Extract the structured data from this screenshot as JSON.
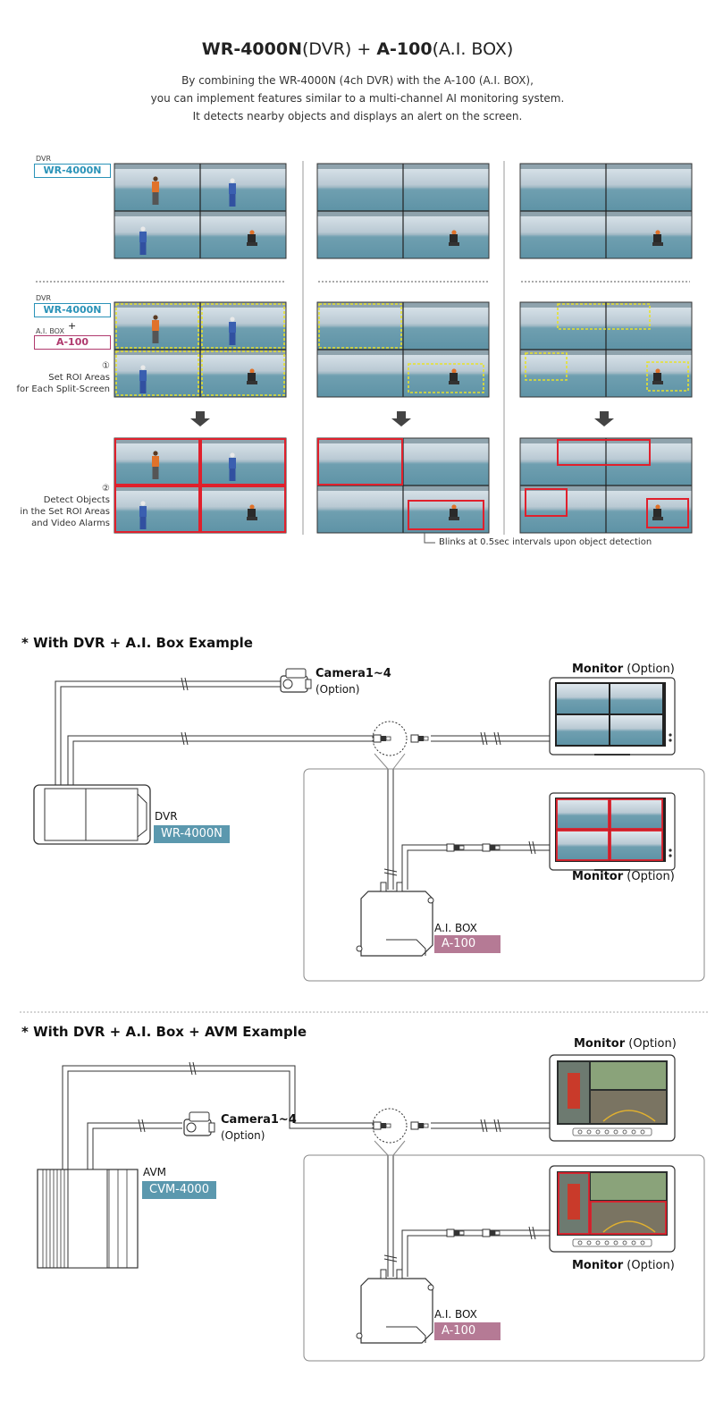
{
  "header": {
    "title_part1": "WR-4000N",
    "title_part2": "(DVR) + ",
    "title_part3": "A-100",
    "title_part4": "(A.I. BOX)",
    "intro_lines": [
      "By combining the WR-4000N (4ch DVR) with the A-100 (A.I. BOX),",
      "you can implement features similar to a multi-channel AI monitoring system.",
      "It detects nearby objects and displays an alert on the screen."
    ]
  },
  "grid_section": {
    "dvr_tag": "DVR",
    "dvr_model": "WR-4000N",
    "ai_tag": "A.I. BOX",
    "plus": "+",
    "ai_model": "A-100",
    "step1_num": "①",
    "step1_lines": [
      "Set ROI Areas",
      "for Each Split-Screen"
    ],
    "step2_num": "②",
    "step2_lines": [
      "Detect Objects",
      "in the Set ROI Areas",
      "and Video Alarms"
    ],
    "blink_note": "Blinks at 0.5sec intervals upon object detection"
  },
  "example1": {
    "heading": "* With DVR + A.I. Box Example",
    "camera_label": "Camera1~4",
    "camera_option": "(Option)",
    "monitor_top_name": "Monitor",
    "monitor_top_option": "(Option)",
    "dvr_tag": "DVR",
    "dvr_model": "WR-4000N",
    "monitor_bottom_name": "Monitor",
    "monitor_bottom_option": "(Option)",
    "ai_tag": "A.I. BOX",
    "ai_model": "A-100"
  },
  "example2": {
    "heading": "* With DVR + A.I. Box + AVM Example",
    "camera_label": "Camera1~4",
    "camera_option": "(Option)",
    "monitor_top_name": "Monitor",
    "monitor_top_option": "(Option)",
    "avm_tag": "AVM",
    "avm_model": "CVM-4000",
    "monitor_bottom_name": "Monitor",
    "monitor_bottom_option": "(Option)",
    "ai_tag": "A.I. BOX",
    "ai_model": "A-100"
  },
  "colors": {
    "roi_yellow": "#e8e22a",
    "alarm_red": "#e0202c",
    "dvr_blue": "#5b98ae",
    "ai_pink": "#b57a95",
    "label_blue": "#2a93b8",
    "label_pink": "#b03a6e"
  }
}
